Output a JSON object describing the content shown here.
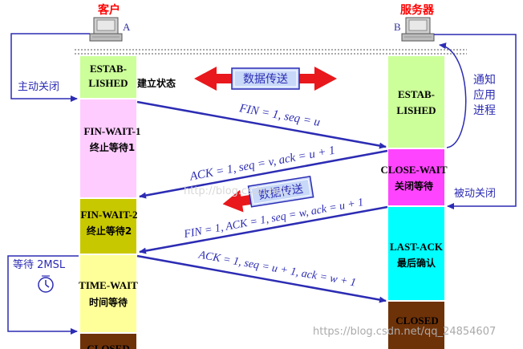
{
  "title_client": "客户",
  "title_server": "服务器",
  "client_id": "A",
  "server_id": "B",
  "client_states": [
    {
      "line1": "ESTAB-",
      "line2": "LISHED"
    },
    {
      "line1": "FIN-WAIT-1",
      "line2": "终止等待1"
    },
    {
      "line1": "FIN-WAIT-2",
      "line2": "终止等待2"
    },
    {
      "line1": "TIME-WAIT",
      "line2": "时间等待"
    },
    {
      "line1": "CLOSED",
      "line2": ""
    }
  ],
  "established_cn": "建立状态",
  "server_states": [
    {
      "line1": "ESTAB-",
      "line2": "LISHED"
    },
    {
      "line1": "CLOSE-WAIT",
      "line2": "关闭等待"
    },
    {
      "line1": "LAST-ACK",
      "line2": "最后确认"
    },
    {
      "line1": "CLOSED",
      "line2": ""
    }
  ],
  "data_transfer_1": "数据传送",
  "data_transfer_2": "数据传送",
  "messages": [
    "FIN = 1, seq = u",
    "ACK = 1, seq = v, ack = u + 1",
    "FIN = 1, ACK = 1, seq = w, ack = u + 1",
    "ACK = 1, seq = u + 1, ack = w + 1"
  ],
  "left_labels": {
    "active_close": "主动关闭",
    "wait": "等待 2MSL"
  },
  "right_labels": {
    "notify": [
      "通知",
      "应用",
      "进程"
    ],
    "passive_close": "被动关闭"
  },
  "watermarks": [
    "http://blog.csdn.net/",
    "https://blog.csdn.net/qq_24854607"
  ],
  "colors": {
    "arrow_blue": "#2c2cb4",
    "banner_red": "#e8181c",
    "est_green": "#ccff99",
    "finwait1_pink": "#ffccff",
    "finwait2_olive": "#c8c800",
    "timewait_yellow": "#ffff99",
    "closed_brown": "#6e3208",
    "closewait_magenta": "#ff44ff",
    "lastack_cyan": "#00ffff"
  }
}
